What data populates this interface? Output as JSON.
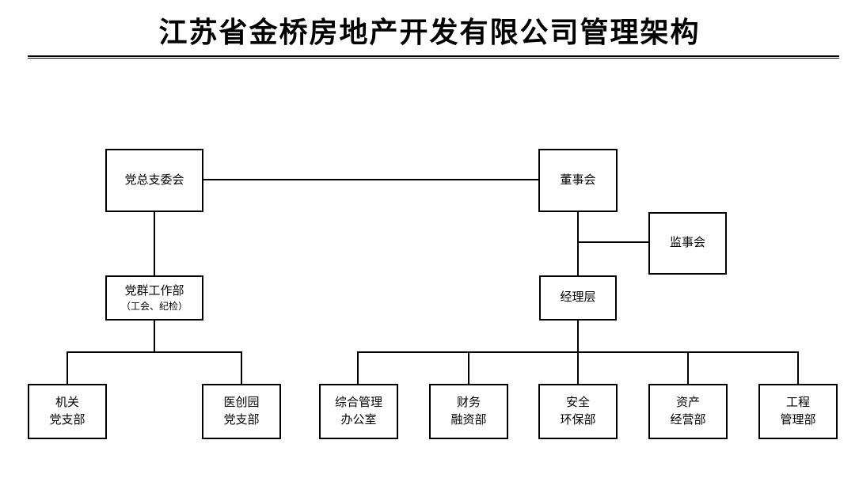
{
  "title": "江苏省金桥房地产开发有限公司管理架构",
  "colors": {
    "line": "#000000",
    "background": "#ffffff",
    "text": "#000000"
  },
  "nodes": {
    "party_committee": {
      "label": "党总支委会"
    },
    "board": {
      "label": "董事会"
    },
    "supervisory": {
      "label": "监事会"
    },
    "party_masses": {
      "label": "党群工作部",
      "sublabel": "（工会、纪检）"
    },
    "managers": {
      "label": "经理层"
    },
    "organ_branch": {
      "line1": "机关",
      "line2": "党支部"
    },
    "yichuangyuan_branch": {
      "line1": "医创园",
      "line2": "党支部"
    },
    "general_office": {
      "line1": "综合管理",
      "line2": "办公室"
    },
    "finance_dept": {
      "line1": "财务",
      "line2": "融资部"
    },
    "safety_dept": {
      "line1": "安全",
      "line2": "环保部"
    },
    "assets_dept": {
      "line1": "资产",
      "line2": "经营部"
    },
    "engineering_dept": {
      "line1": "工程",
      "line2": "管理部"
    }
  },
  "hierarchy_note": {
    "top_link": "党总支委会 — 董事会",
    "party_chain": "党总支委会 > 党群工作部（工会、纪检） > [机关党支部, 医创园党支部]",
    "corporate_chain": "董事会 > 经理层 > [综合管理办公室, 财务融资部, 安全环保部, 资产经营部, 工程管理部]",
    "side_link": "董事会—经理层连线 — 监事会"
  }
}
